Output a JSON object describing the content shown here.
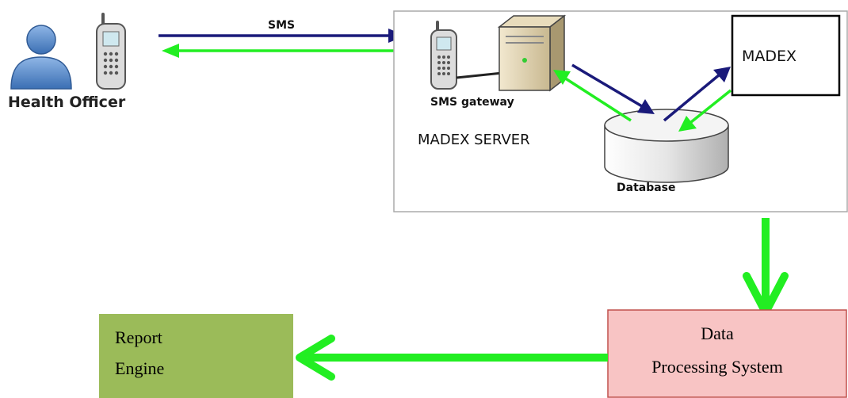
{
  "labels": {
    "health_officer": "Health Officer",
    "sms": "SMS",
    "sms_gateway": "SMS gateway",
    "madex_server": "MADEX SERVER",
    "madex": "MADEX",
    "database": "Database",
    "data_processing_line1": "Data",
    "data_processing_line2": "Processing System",
    "report_line1": "Report",
    "report_line2": "Engine"
  },
  "colors": {
    "request_arrow": "#1a1a7a",
    "response_arrow": "#22ee22",
    "report_box": "#9bbb59",
    "processing_box": "#f8c4c4",
    "processing_border": "#c0504d"
  }
}
